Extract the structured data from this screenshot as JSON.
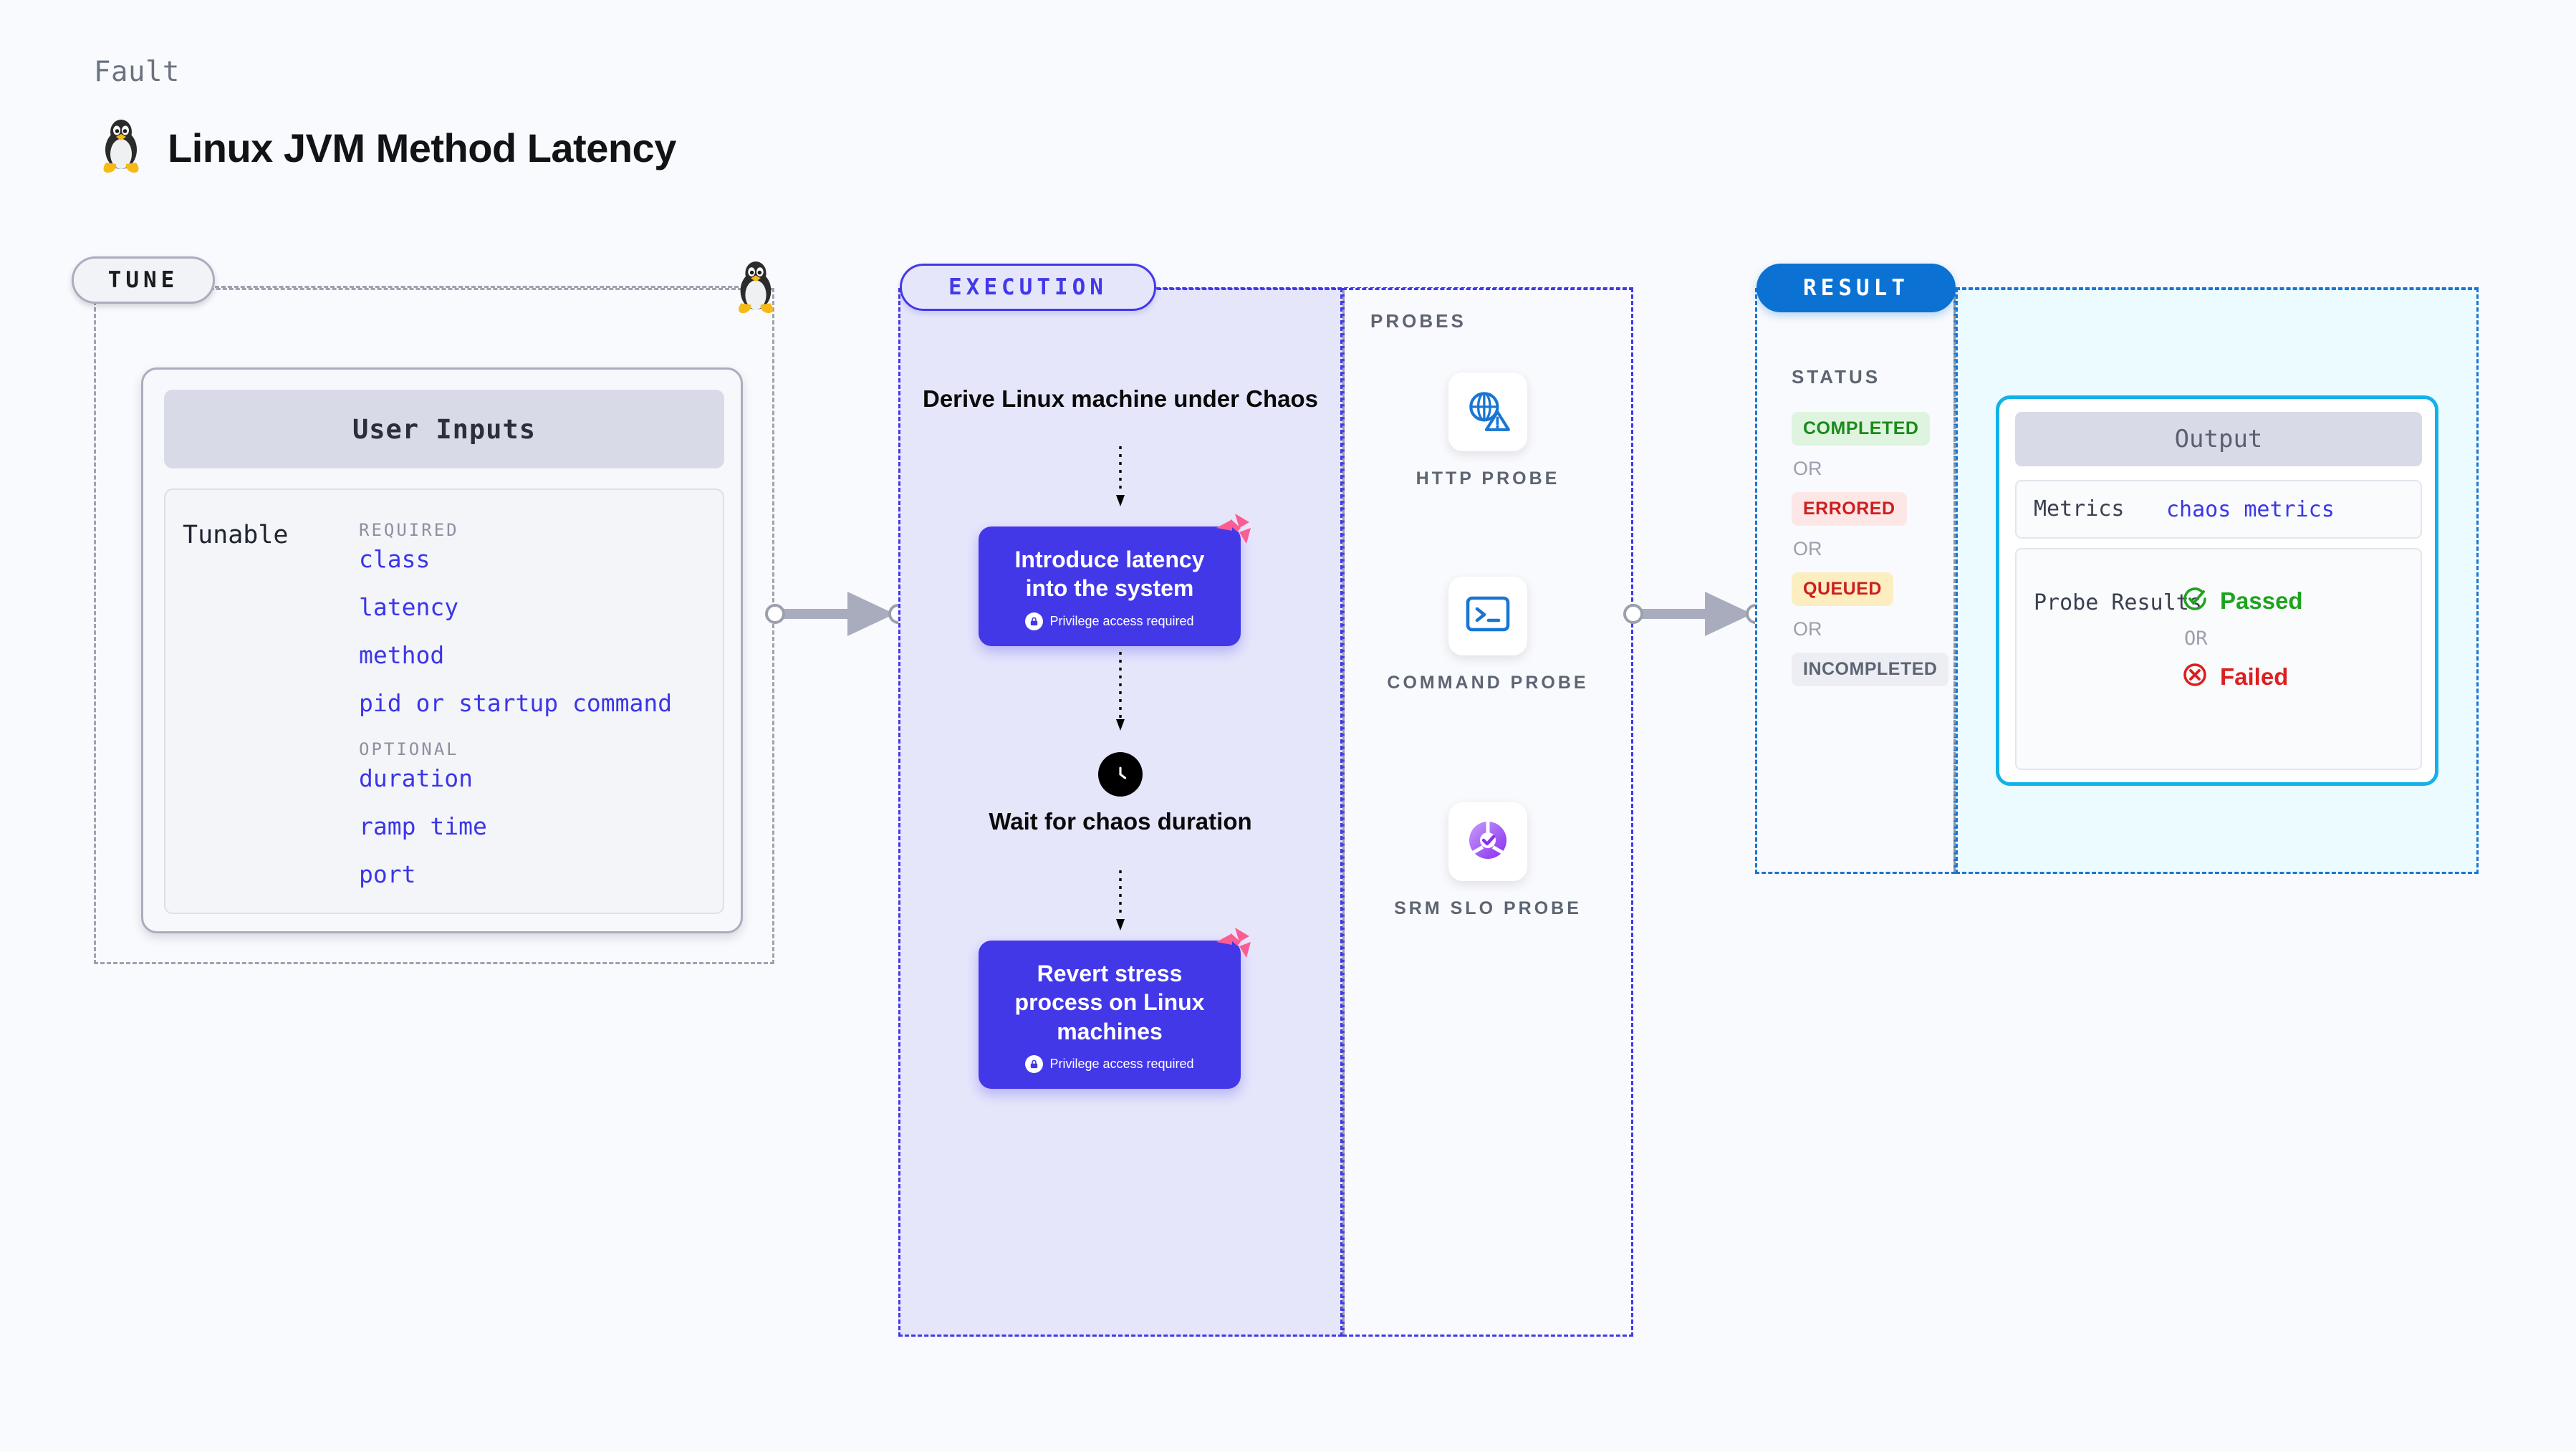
{
  "header": {
    "eyebrow": "Fault",
    "title": "Linux JVM Method Latency",
    "icon": "linux-tux-icon"
  },
  "stages": {
    "tune": {
      "label": "TUNE"
    },
    "execution": {
      "label": "EXECUTION"
    },
    "result": {
      "label": "RESULT"
    }
  },
  "tune": {
    "card_title": "User Inputs",
    "row_label": "Tunable",
    "groups": [
      {
        "title": "REQUIRED",
        "items": [
          "class",
          "latency",
          "method",
          "pid or startup command"
        ]
      },
      {
        "title": "OPTIONAL",
        "items": [
          "duration",
          "ramp time",
          "port"
        ]
      }
    ]
  },
  "execution": {
    "steps": [
      {
        "type": "text",
        "label": "Derive Linux machine under Chaos"
      },
      {
        "type": "node",
        "label": "Introduce latency into the system",
        "privilege": "Privilege access required",
        "badge": "litmus-logo-icon"
      },
      {
        "type": "wait",
        "label": "Wait for chaos duration",
        "icon": "clock-icon"
      },
      {
        "type": "node",
        "label": "Revert stress process on Linux machines",
        "privilege": "Privilege access required",
        "badge": "litmus-logo-icon"
      }
    ]
  },
  "probes": {
    "title": "PROBES",
    "items": [
      {
        "label": "HTTP PROBE",
        "icon": "globe-warning-icon"
      },
      {
        "label": "COMMAND PROBE",
        "icon": "terminal-icon"
      },
      {
        "label": "SRM SLO PROBE",
        "icon": "slo-donut-check-icon"
      }
    ]
  },
  "result": {
    "status_title": "STATUS",
    "or_label": "OR",
    "statuses": [
      {
        "label": "COMPLETED",
        "style": "chip-completed"
      },
      {
        "label": "ERRORED",
        "style": "chip-errored"
      },
      {
        "label": "QUEUED",
        "style": "chip-queued"
      },
      {
        "label": "INCOMPLETED",
        "style": "chip-incomplete"
      }
    ],
    "output": {
      "title": "Output",
      "metrics_label": "Metrics",
      "metrics_value": "chaos metrics",
      "probe_results_label": "Probe Results",
      "passed_label": "Passed",
      "failed_label": "Failed",
      "or_label": "OR"
    }
  },
  "colors": {
    "background": "#f9fafd",
    "indigo": "#4338e8",
    "exec_fill": "#e6e6fb",
    "result_blue": "#0b72d4",
    "output_border": "#12b2e8",
    "output_fill": "#ecfbff",
    "pink": "#fb5c93",
    "green": "#1fa31f",
    "red": "#dc1f1f",
    "gray_dash": "#9ca3b0"
  }
}
